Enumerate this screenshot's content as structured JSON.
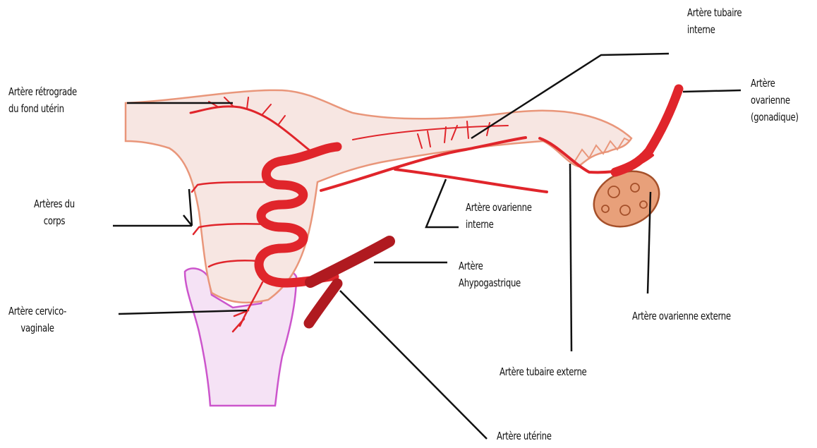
{
  "diagram": {
    "labels": {
      "retrograde": [
        "Artère rétrograde",
        "du fond utérin"
      ],
      "corps": [
        "Artères du",
        "corps"
      ],
      "cervico": [
        "Artère cervico-",
        "vaginale"
      ],
      "tubaire_interne": [
        "Artère tubaire",
        "interne"
      ],
      "ovarienne": [
        "Artère",
        "ovarienne",
        "(gonadique)"
      ],
      "ovarienne_interne": [
        "Artère ovarienne",
        "interne"
      ],
      "hypogastrique": [
        "Artère",
        "Ahypogastrique"
      ],
      "ovarienne_externe": "Artère ovarienne externe",
      "tubaire_externe": "Artère tubaire externe",
      "uterine": "Artère utérine"
    },
    "colors": {
      "uterus_fill": "#f7e6e2",
      "uterus_outline": "#e9967a",
      "artery": "#e0252b",
      "artery_dark": "#b01a20",
      "vagina_outline": "#cc55cc",
      "vagina_fill": "#f5e2f5",
      "ovary_outline": "#a5502a",
      "ovary_fill": "#e8a07a",
      "pointer": "#111111"
    }
  }
}
